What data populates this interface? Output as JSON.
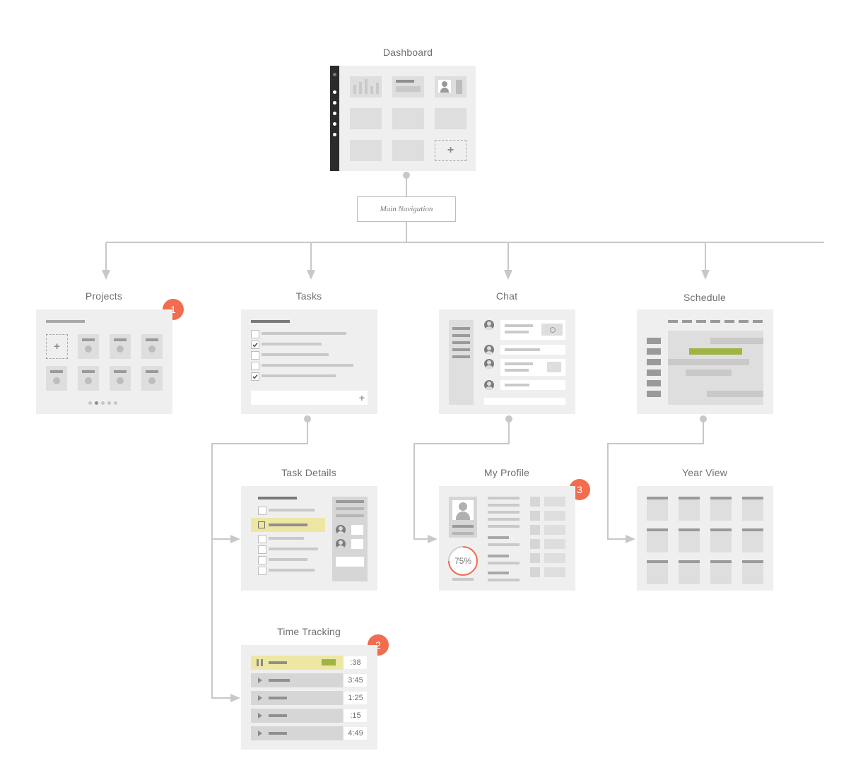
{
  "titles": {
    "dashboard": "Dashboard",
    "projects": "Projects",
    "tasks": "Tasks",
    "chat": "Chat",
    "schedule": "Schedule",
    "task_details": "Task Details",
    "my_profile": "My Profile",
    "year_view": "Year View",
    "time_tracking": "Time Tracking"
  },
  "main_navigation": "Main Navigation",
  "badges": {
    "projects": "1",
    "time_tracking": "2",
    "my_profile": "3"
  },
  "profile_progress": "75%",
  "time_entries": [
    ":38",
    "3:45",
    "1:25",
    ":15",
    "4:49"
  ],
  "plus_glyph": "+",
  "colors": {
    "accent": "#f26d4f",
    "highlight": "#ede7a3",
    "green": "#9eb444",
    "card": "#efefef",
    "connector": "#c8c8c8"
  }
}
